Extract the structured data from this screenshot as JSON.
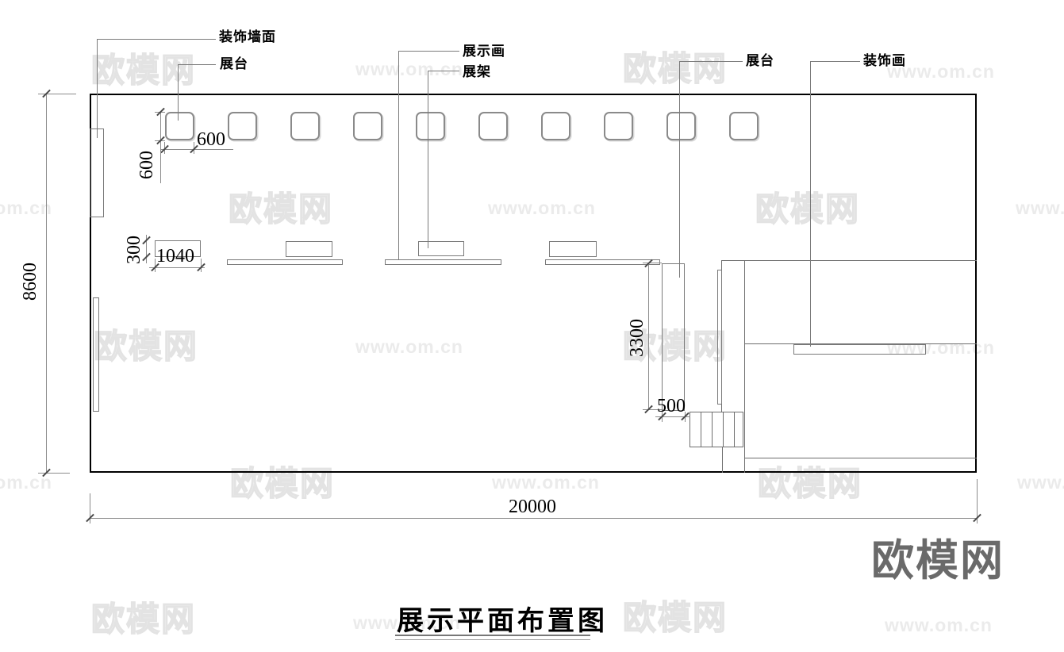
{
  "title": {
    "text": "展示平面布置图"
  },
  "labels": {
    "decorative_wall": "装饰墙面",
    "stand_left": "展台",
    "display_painting": "展示画",
    "display_rack": "展架",
    "stand_right": "展台",
    "decorative_painting": "装饰画"
  },
  "dimensions": {
    "room_width": "20000",
    "room_height": "8600",
    "stand_width": "600",
    "stand_height": "600",
    "rack_detail_width": "1040",
    "rack_detail_height": "300",
    "partition_length": "3300",
    "partition_width": "500"
  },
  "plan": {
    "stand_count": 10
  },
  "watermark": {
    "logo": "欧模网",
    "url": "www.om.cn",
    "brand_color": "#6a6a6a"
  }
}
